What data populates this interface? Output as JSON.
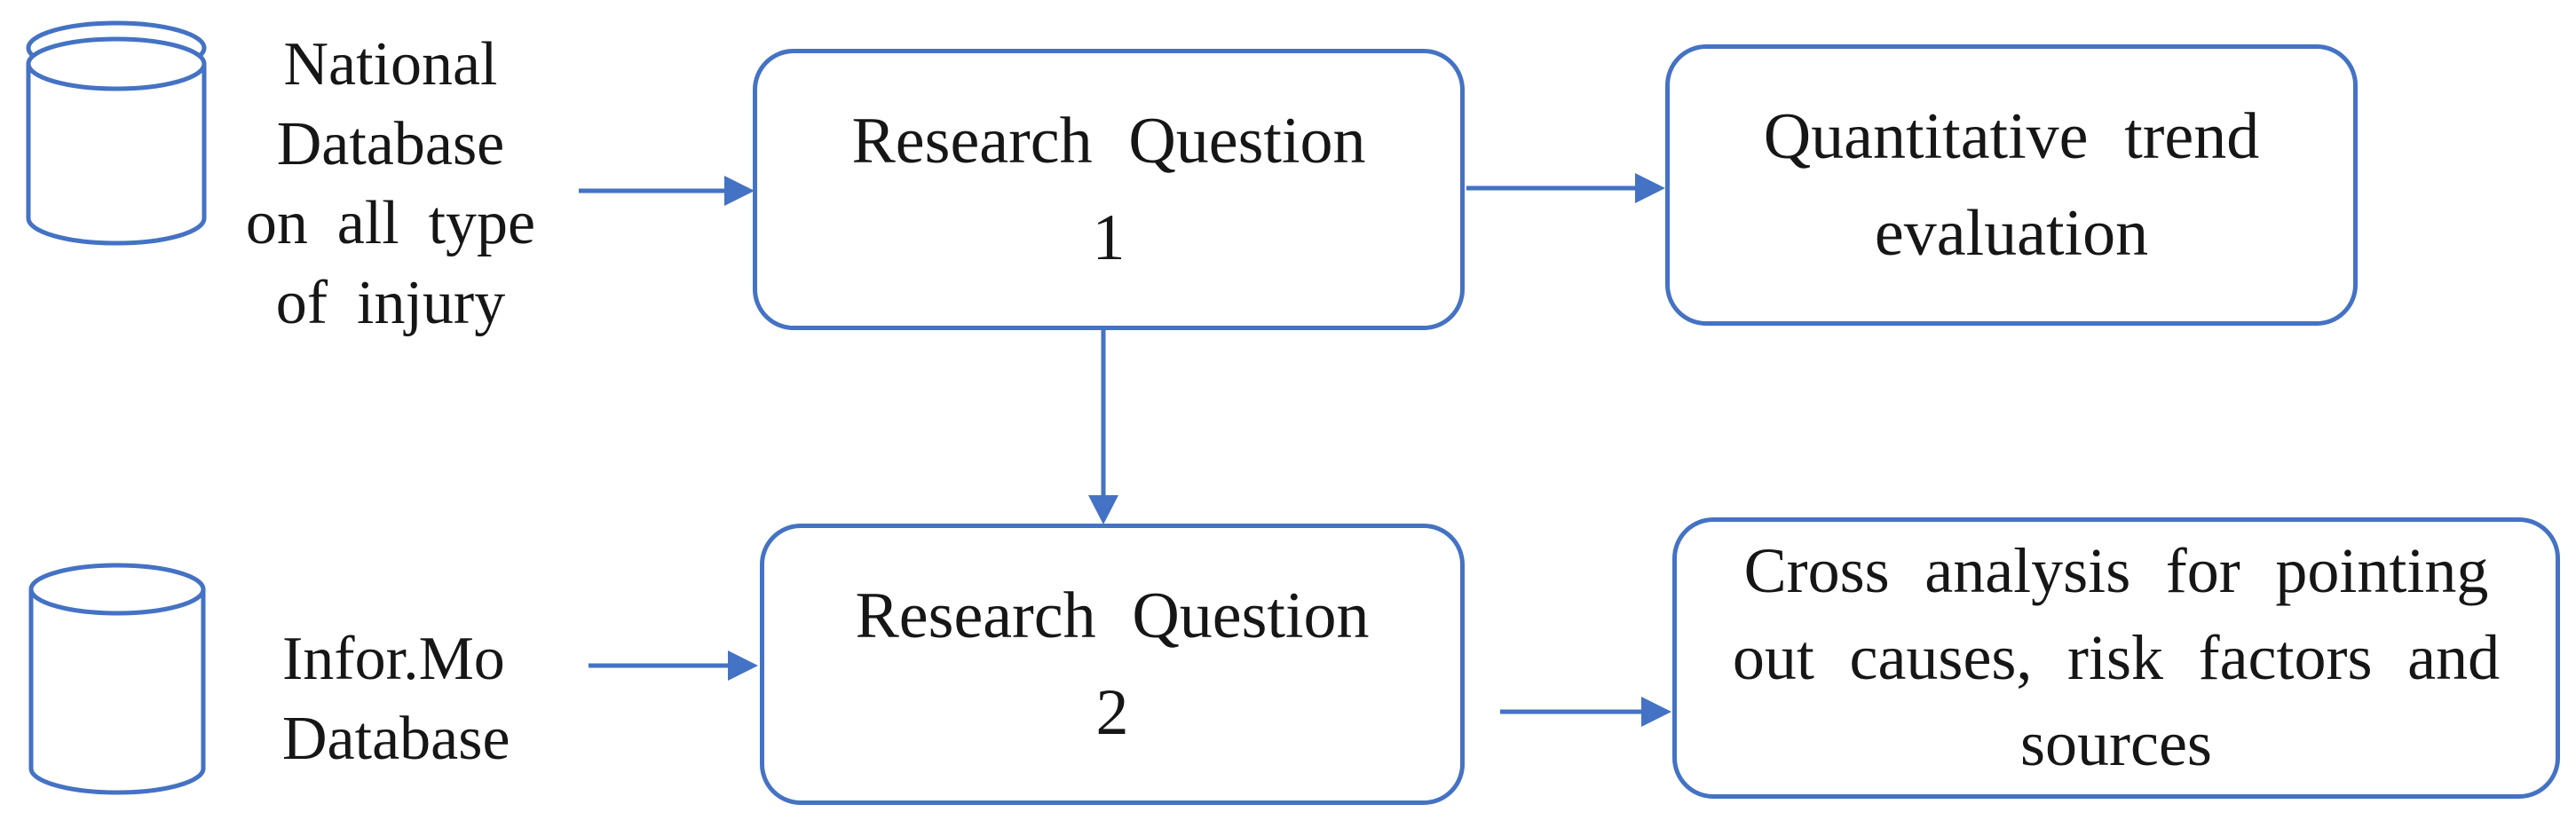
{
  "diagram": {
    "type": "flowchart",
    "colors": {
      "accent": "#4472C4",
      "text": "#161616",
      "background": "#FFFFFF"
    },
    "nodes": {
      "national_database": {
        "kind": "data-source",
        "icon": "database-cylinder-icon",
        "label": "National\nDatabase\non all type\nof injury"
      },
      "informo_database": {
        "kind": "data-source",
        "icon": "database-cylinder-icon",
        "label": "Infor.Mo\nDatabase"
      },
      "research_question_1": {
        "kind": "process-box",
        "label": "Research Question\n1"
      },
      "research_question_2": {
        "kind": "process-box",
        "label": "Research Question\n2"
      },
      "quantitative_trend_evaluation": {
        "kind": "output-box",
        "label": "Quantitative trend\nevaluation"
      },
      "cross_analysis": {
        "kind": "output-box",
        "label": "Cross analysis for pointing\nout causes, risk factors and\nsources"
      }
    },
    "edges": [
      {
        "from": "national_database",
        "to": "research_question_1",
        "direction": "right"
      },
      {
        "from": "research_question_1",
        "to": "quantitative_trend_evaluation",
        "direction": "right"
      },
      {
        "from": "research_question_1",
        "to": "research_question_2",
        "direction": "down"
      },
      {
        "from": "informo_database",
        "to": "research_question_2",
        "direction": "right"
      },
      {
        "from": "research_question_2",
        "to": "cross_analysis",
        "direction": "right"
      }
    ]
  }
}
